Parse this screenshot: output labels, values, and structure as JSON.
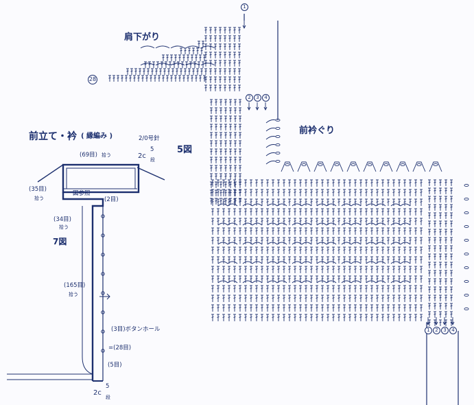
{
  "labels": {
    "shoulder_slope": "肩下がり",
    "front_neckline": "前衿ぐり",
    "figure5": "5図",
    "figure7": "7図",
    "row28": "28",
    "panel_title": "前立て・衿",
    "panel_title_paren": "( 縁編み )",
    "needle": "2/0号針",
    "pickup_69": "(69目)",
    "pickup_69_suffix": "拾う",
    "pickup_35": "(35目)",
    "pickup_35_suffix": "拾う",
    "pickup_34": "(34目)",
    "pickup_34_suffix": "拾う",
    "pickup_165": "(165目)",
    "pickup_165_suffix": "拾う",
    "stitches_2": "(2目)",
    "diagram_ref": "図参照",
    "buttonhole": "(3目)ボタンホール",
    "stitches_28": "=(28目)",
    "stitches_5": "(5目)",
    "cm_top": "2c",
    "cm_top_frac": "5",
    "cm_top_unit": "段",
    "cm_bottom": "2c",
    "cm_bottom_frac": "5",
    "cm_bottom_unit": "段"
  },
  "row_markers": {
    "top": [
      "1"
    ],
    "mid": [
      "2",
      "3",
      "4"
    ],
    "bottom": [
      "1",
      "2",
      "3",
      "4"
    ]
  }
}
